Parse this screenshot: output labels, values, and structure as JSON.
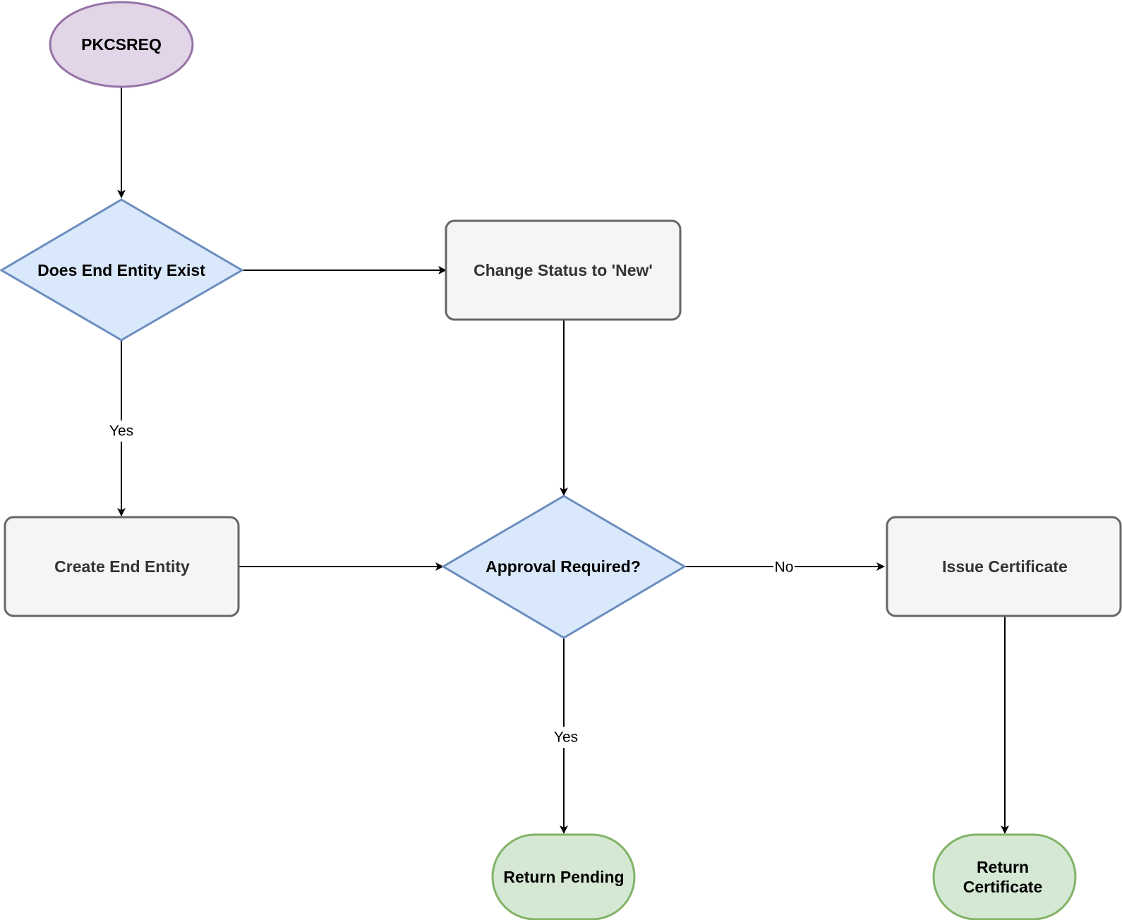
{
  "diagram": {
    "type": "flowchart",
    "colors": {
      "start_fill": "#e1d5e7",
      "start_stroke": "#9673a6",
      "decision_fill": "#dae8fc",
      "decision_stroke": "#6c8ebf",
      "process_fill": "#f5f5f5",
      "process_stroke": "#666666",
      "process_text": "#333333",
      "terminal_fill": "#d5e8d4",
      "terminal_stroke": "#82b366",
      "text": "#000000",
      "edge": "#000000"
    },
    "nodes": {
      "pkcsreq": {
        "shape": "ellipse",
        "label": "PKCSREQ"
      },
      "does_end_entity_exist": {
        "shape": "diamond",
        "label": "Does End Entity Exist"
      },
      "change_status": {
        "shape": "rounded-rectangle",
        "label": "Change Status to 'New'"
      },
      "create_end_entity": {
        "shape": "rounded-rectangle",
        "label": "Create End Entity"
      },
      "approval_required": {
        "shape": "diamond",
        "label": "Approval Required?"
      },
      "issue_certificate": {
        "shape": "rounded-rectangle",
        "label": "Issue Certificate"
      },
      "return_pending": {
        "shape": "terminator",
        "label": "Return Pending"
      },
      "return_certificate": {
        "shape": "terminator",
        "label_lines": [
          "Return",
          "Certificate"
        ]
      }
    },
    "edges": {
      "e1": {
        "from": "PKCSREQ",
        "to": "Does End Entity Exist",
        "label": ""
      },
      "e2": {
        "from": "Does End Entity Exist",
        "to": "Change Status to 'New'",
        "label": ""
      },
      "e3": {
        "from": "Does End Entity Exist",
        "to": "Create End Entity",
        "label": "Yes"
      },
      "e4": {
        "from": "Change Status to 'New'",
        "to": "Approval Required?",
        "label": ""
      },
      "e5": {
        "from": "Create End Entity",
        "to": "Approval Required?",
        "label": ""
      },
      "e6": {
        "from": "Approval Required?",
        "to": "Issue Certificate",
        "label": "No"
      },
      "e7": {
        "from": "Approval Required?",
        "to": "Return Pending",
        "label": "Yes"
      },
      "e8": {
        "from": "Issue Certificate",
        "to": "Return Certificate",
        "label": ""
      }
    }
  }
}
